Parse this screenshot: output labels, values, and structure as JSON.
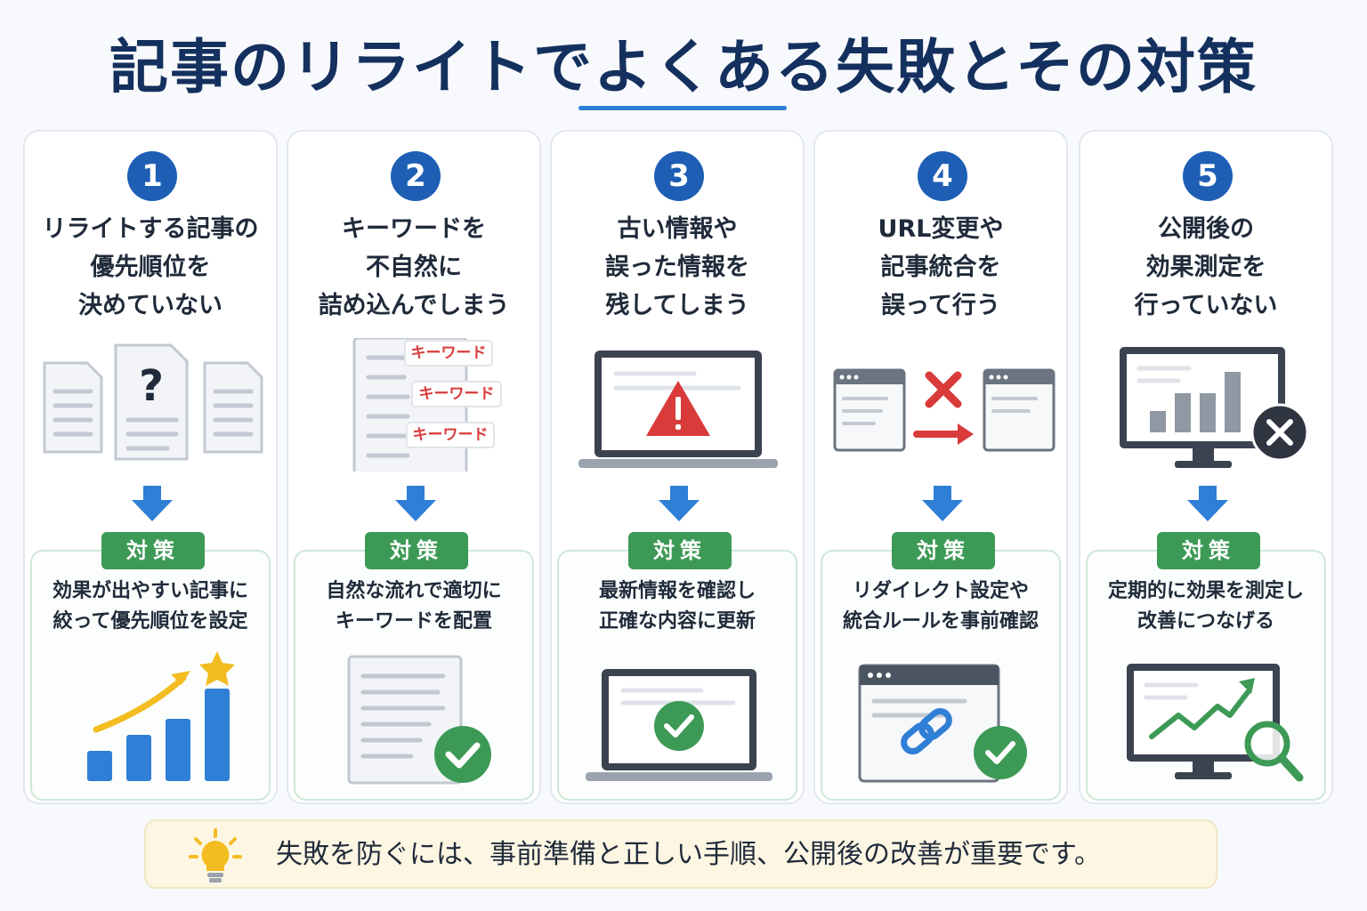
{
  "title": "記事のリライトでよくある失敗とその対策",
  "columns": [
    {
      "number": "1",
      "problem_lines": [
        "リライトする記事の",
        "優先順位を",
        "決めていない"
      ],
      "tag": "対策",
      "solution_lines": [
        "効果が出やすい記事に",
        "絞って優先順位を設定"
      ]
    },
    {
      "number": "2",
      "problem_lines": [
        "キーワードを",
        "不自然に",
        "詰め込んでしまう"
      ],
      "keyword_labels": [
        "キーワード",
        "キーワード",
        "キーワード"
      ],
      "tag": "対策",
      "solution_lines": [
        "自然な流れで適切に",
        "キーワードを配置"
      ]
    },
    {
      "number": "3",
      "problem_lines": [
        "古い情報や",
        "誤った情報を",
        "残してしまう"
      ],
      "tag": "対策",
      "solution_lines": [
        "最新情報を確認し",
        "正確な内容に更新"
      ]
    },
    {
      "number": "4",
      "problem_lines": [
        "URL変更や",
        "記事統合を",
        "誤って行う"
      ],
      "tag": "対策",
      "solution_lines": [
        "リダイレクト設定や",
        "統合ルールを事前確認"
      ]
    },
    {
      "number": "5",
      "problem_lines": [
        "公開後の",
        "効果測定を",
        "行っていない"
      ],
      "tag": "対策",
      "solution_lines": [
        "定期的に効果を測定し",
        "改善につなげる"
      ]
    }
  ],
  "footer": {
    "text": "失敗を防ぐには、事前準備と正しい手順、公開後の改善が重要です。",
    "icon": "lightbulb-icon"
  },
  "colors": {
    "title": "#14305e",
    "badge": "#1e5fb5",
    "arrow": "#2f7fd6",
    "tag": "#3d9a56",
    "warning": "#d93a3a",
    "check": "#3d9a56"
  }
}
